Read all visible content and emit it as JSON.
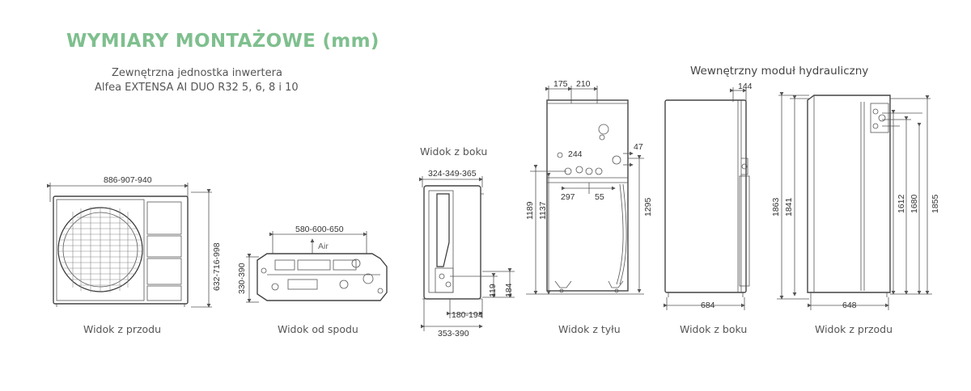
{
  "colors": {
    "title_green": "#7fbf8e",
    "line": "#555555",
    "text": "#555555"
  },
  "title": "WYMIARY MONTAŻOWE (mm)",
  "outdoor_unit": {
    "line1": "Zewnętrzna jednostka inwertera",
    "line2": "Alfea EXTENSA AI DUO R32 5, 6, 8 i 10",
    "front_view": {
      "label": "Widok z przodu",
      "width": "886-907-940",
      "height": "632-716-998"
    },
    "bottom_view": {
      "label": "Widok od spodu",
      "width": "580-600-650",
      "depth": "330-390",
      "air": "Air"
    },
    "side_view": {
      "label": "Widok z boku",
      "top_width": "324-349-365",
      "bottom_width": "353-390",
      "inner_width": "180-194",
      "h1": "119",
      "h2": "184"
    }
  },
  "hydraulic_module": {
    "heading": "Wewnętrzny moduł hydrauliczny",
    "back_view": {
      "label": "Widok z tyłu",
      "d175": "175",
      "d210": "210",
      "d244": "244",
      "d47": "47",
      "d297": "297",
      "d55": "55",
      "h1189": "1189",
      "h1137": "1137",
      "h1295": "1295"
    },
    "side_view": {
      "label": "Widok z boku",
      "d144": "144",
      "w684": "684"
    },
    "front_view": {
      "label": "Widok z przodu",
      "h1863": "1863",
      "h1841": "1841",
      "h1612": "1612",
      "h1680": "1680",
      "h1855": "1855",
      "w648": "648"
    }
  }
}
